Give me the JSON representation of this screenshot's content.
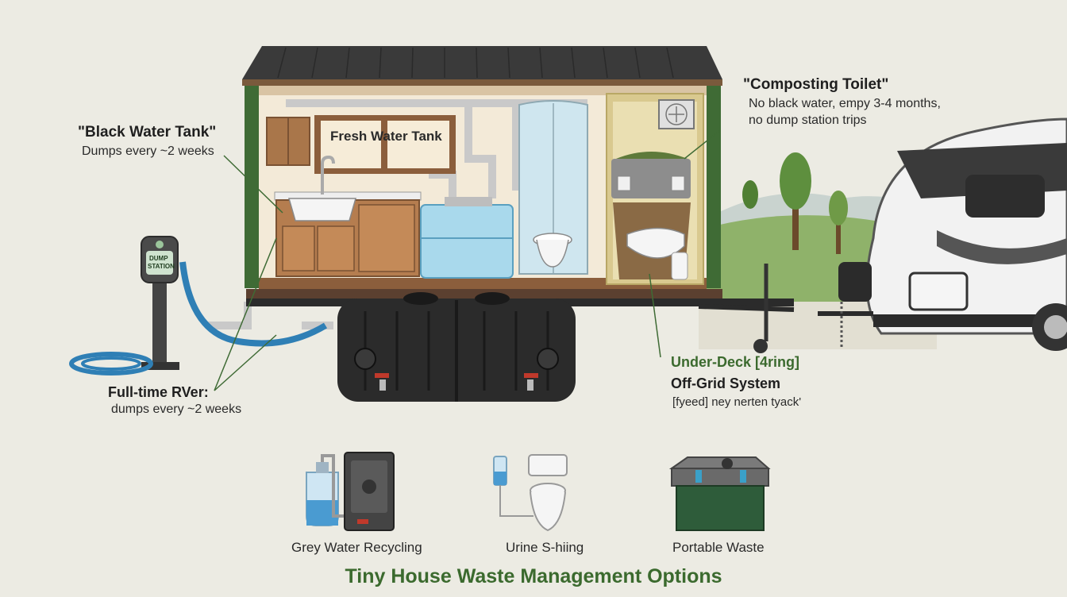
{
  "labels": {
    "fresh_water_tank": "Fresh Water Tank",
    "black_water": {
      "title": "\"Black Water Tank\"",
      "sub": "Dumps every ~2 weeks"
    },
    "composting": {
      "title": "\"Composting Toilet\"",
      "line1": "No black water, empy 3-4 months,",
      "line2": "no dump station trips"
    },
    "dump_station": {
      "line1": "DUMP",
      "line2": "STATION"
    },
    "rver": {
      "title": "Full-time RVer:",
      "sub": "dumps every ~2 weeks"
    },
    "underdeck": {
      "line1": "Under-Deck [4ring]",
      "line2": "Off-Grid System",
      "line3": "[fyeed] ney nerten tyack'"
    }
  },
  "options": [
    {
      "label": "Grey Water Recycling",
      "icon": "grey-water-recycling-icon"
    },
    {
      "label": "Urine S-hiing",
      "icon": "urine-separating-toilet-icon"
    },
    {
      "label": "Portable Waste",
      "icon": "portable-waste-container-icon"
    }
  ],
  "footer_title": "Tiny House Waste Management Options",
  "colors": {
    "background": "#ecebe3",
    "wall_green": "#3f6b35",
    "roof": "#3a3a3a",
    "tank": "#2b2b2b",
    "water": "#a9d9ec",
    "hose": "#2f7fb5",
    "title_green": "#3b6a2e"
  }
}
